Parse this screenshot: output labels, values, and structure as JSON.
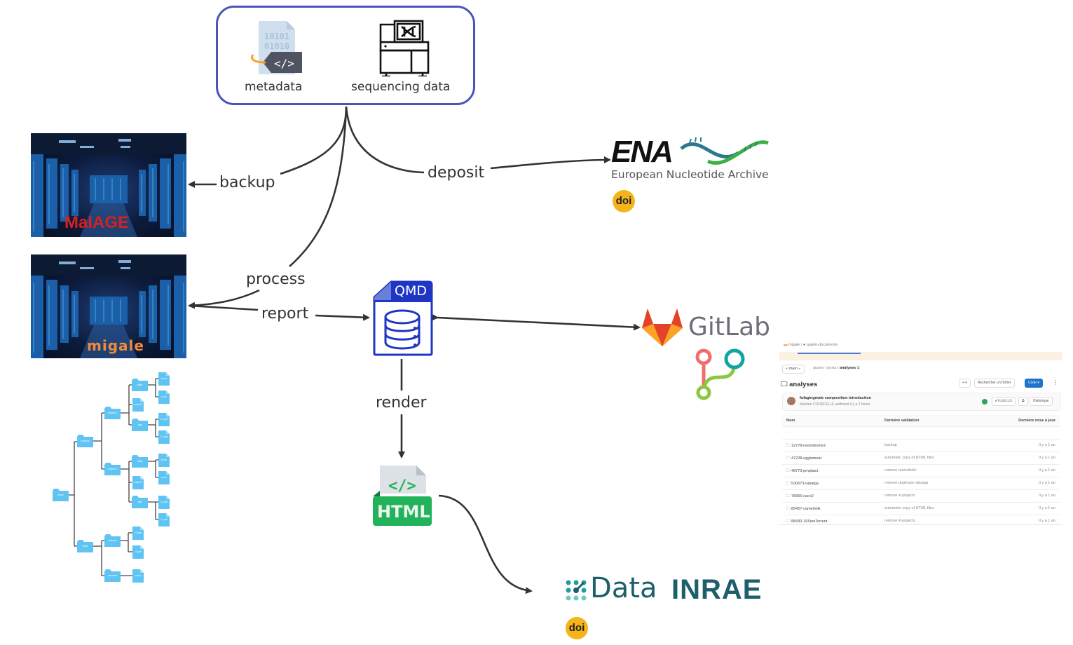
{
  "source": {
    "items": [
      {
        "label": "metadata",
        "icon": "metadata-code-tag-icon"
      },
      {
        "label": "sequencing data",
        "icon": "dna-sequencer-icon"
      }
    ]
  },
  "edges": {
    "backup": "backup",
    "deposit": "deposit",
    "process": "process",
    "report": "report",
    "render": "render"
  },
  "servers": {
    "maiage": {
      "logo": "MaIAGE",
      "logo_color": "#d62020"
    },
    "migale": {
      "logo": "migale",
      "logo_color": "#f08a3a"
    }
  },
  "ena": {
    "logo": "ENA",
    "subtitle": "European Nucleotide Archive",
    "doi": "doi"
  },
  "qmd": {
    "label": "QMD",
    "color": "#1f36c4"
  },
  "html_file": {
    "label": "HTML",
    "color": "#22b35a"
  },
  "gitlab": {
    "label": "GitLab"
  },
  "data_inrae": {
    "data_label": "Data",
    "inrae_label": "INRAE",
    "doi": "doi"
  },
  "gitlab_screenshot": {
    "breadcrumb": [
      "migale",
      "quarto-documents"
    ],
    "branch": "main",
    "path": [
      "quarto",
      "posts",
      "analyses"
    ],
    "folder_title": "analyses",
    "buttons": {
      "add": "+ ▾",
      "search": "Rechercher un fichier",
      "code": "Code ▾",
      "more": "⋮"
    },
    "commit": {
      "title": "fufagingmale composition introduction",
      "meta": "Maxime COURCELLE authored il y a 2 hours",
      "sha": "e7c82c15",
      "history": "Historique"
    },
    "columns": [
      "Nom",
      "Dernière validation",
      "Dernière mise à jour"
    ],
    "parent_row": "..",
    "rows": [
      {
        "name": "12778-restorbiome2",
        "commit": "backup",
        "updated": "Il y a 1 an"
      },
      {
        "name": "47228-eggtomeat",
        "commit": "automatic copy of HTML files",
        "updated": "Il y a 1 an"
      },
      {
        "name": "48773-pmpbact",
        "commit": "remove marcobolo",
        "updated": "Il y a 1 an"
      },
      {
        "name": "530673-rabatga",
        "commit": "remove duplicate rabatga",
        "updated": "Il y a 1 an"
      },
      {
        "name": "78956-caco2",
        "commit": "remove 4 projects",
        "updated": "Il y a 1 an"
      },
      {
        "name": "85457-camelmilk",
        "commit": "automatic copy of HTML files",
        "updated": "Il y a 1 an"
      },
      {
        "name": "88430-16SionTorrent",
        "commit": "remove 4 projects",
        "updated": "Il y a 1 an"
      }
    ]
  },
  "folder_tree": {
    "root": "home",
    "nodes": {
      "projects": "projects",
      "project2": "project-2",
      "project1": "project-1",
      "docs": "docs",
      "reviews": "reviews",
      "resumes": "resumes",
      "data": "data",
      "qmd": "code.R",
      "figs": "figs",
      "bcsv": "b.csv",
      "acsv": "a.csv",
      "f2": "f-2.pdf",
      "f1": "f-1.pdf",
      "r2": "r2.pdf",
      "r1": "r1.pdf",
      "cv": "cv.doc"
    }
  }
}
